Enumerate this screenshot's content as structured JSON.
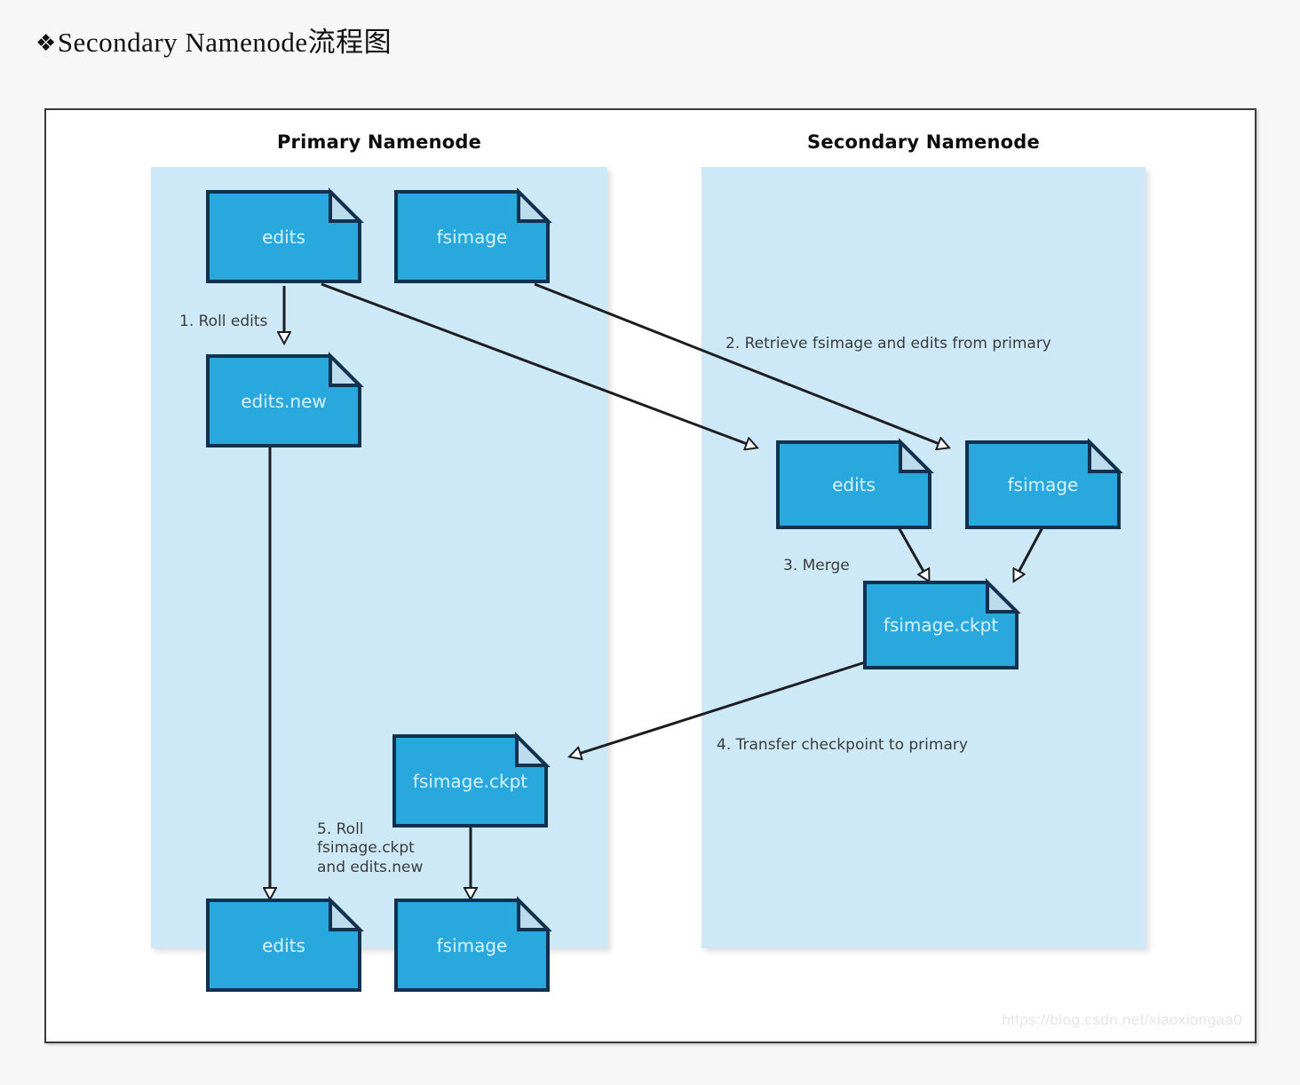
{
  "page": {
    "title_bullet": "❖",
    "title": "Secondary Namenode流程图",
    "watermark": "https://blog.csdn.net/xiaoxiongaa0",
    "background": "#f7f7f7"
  },
  "colors": {
    "panel_fill": "#cde9f7",
    "node_fill": "#29a8dd",
    "node_border": "#11324f",
    "node_text": "#d8f2fd",
    "fold_fill": "#bcdcee",
    "edge_stroke": "#1d1d20",
    "frame_border": "#3a3a3a",
    "arrow_fill": "#ffffff"
  },
  "panels": [
    {
      "id": "primary",
      "heading": "Primary Namenode"
    },
    {
      "id": "secondary",
      "heading": "Secondary Namenode"
    }
  ],
  "nodes": {
    "primary_edits": {
      "label": "edits"
    },
    "primary_fsimage": {
      "label": "fsimage"
    },
    "primary_edits_new": {
      "label": "edits.new"
    },
    "primary_fsimage_ckpt": {
      "label": "fsimage.ckpt"
    },
    "primary_edits_final": {
      "label": "edits"
    },
    "primary_fsimage_final": {
      "label": "fsimage"
    },
    "secondary_edits": {
      "label": "edits"
    },
    "secondary_fsimage": {
      "label": "fsimage"
    },
    "secondary_fsimage_ckpt": {
      "label": "fsimage.ckpt"
    }
  },
  "steps": [
    {
      "id": "step-1",
      "text": "1. Roll edits"
    },
    {
      "id": "step-2",
      "text": "2. Retrieve fsimage and edits from primary"
    },
    {
      "id": "step-3",
      "text": "3. Merge"
    },
    {
      "id": "step-4",
      "text": "4. Transfer checkpoint to primary"
    },
    {
      "id": "step-5",
      "text": "5. Roll\nfsimage.ckpt\nand edits.new"
    }
  ]
}
